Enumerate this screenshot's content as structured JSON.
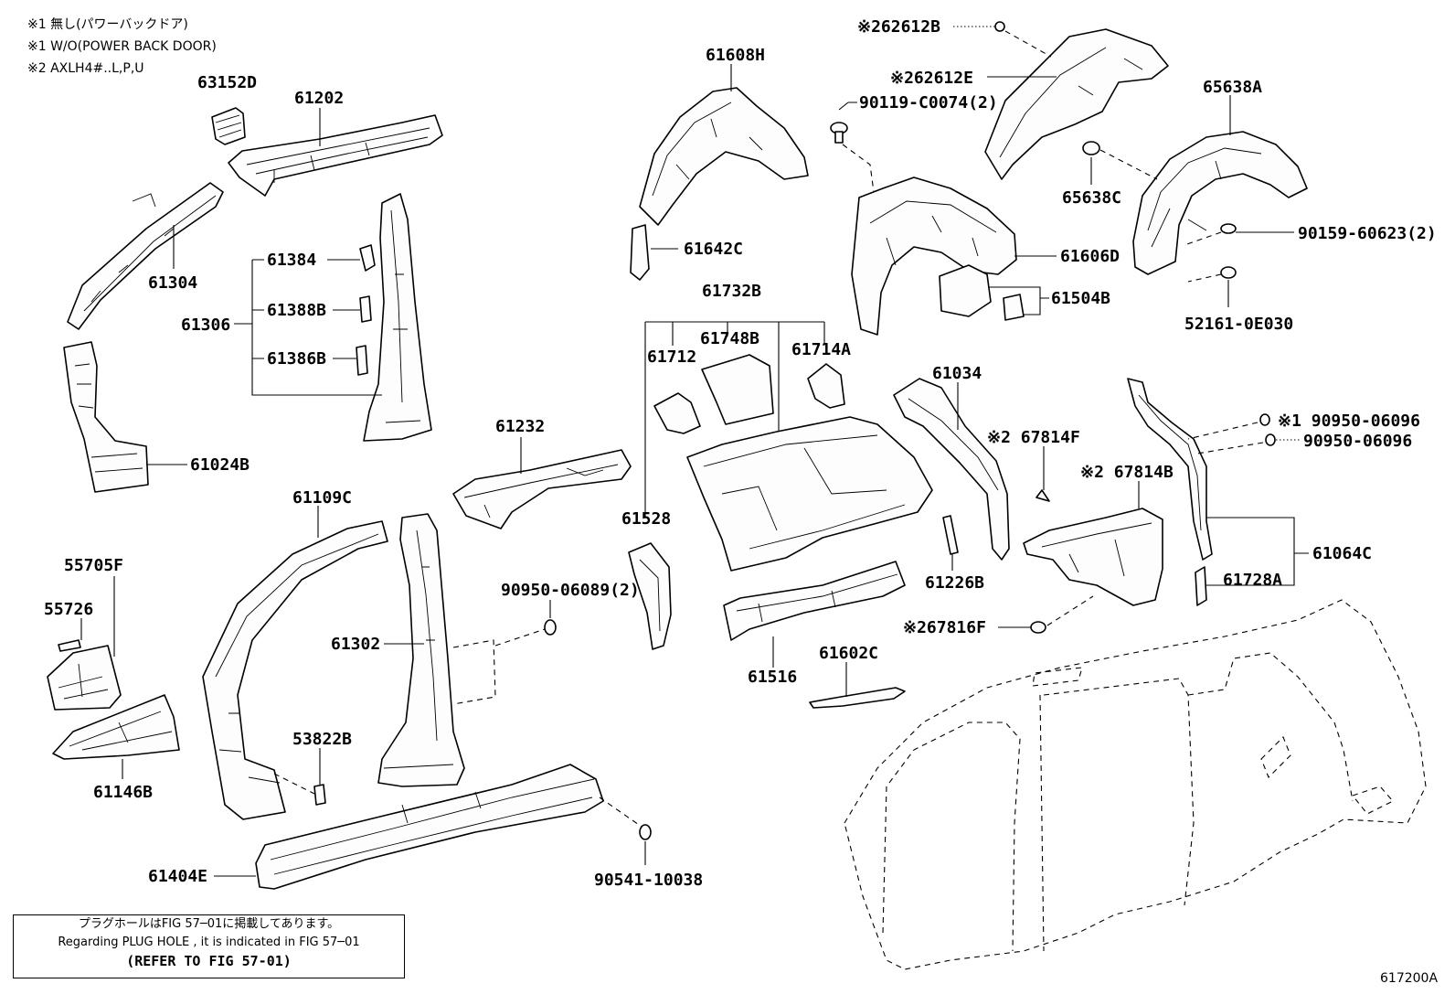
{
  "notes": [
    "※1 無し(パワーバックドア)",
    "※1 W/O(POWER BACK DOOR)",
    "※2 AXLH4#..L,P,U"
  ],
  "labels": {
    "p63152D": "63152D",
    "p61202": "61202",
    "p61304": "61304",
    "p61306": "61306",
    "p61384": "61384",
    "p61388B": "61388B",
    "p61386B": "61386B",
    "p61024B": "61024B",
    "p61109C": "61109C",
    "p55705F": "55705F",
    "p55726": "55726",
    "p61146B": "61146B",
    "p61302": "61302",
    "p53822B": "53822B",
    "p61404E": "61404E",
    "p61232": "61232",
    "p90950_06089": "90950-06089(2)",
    "p90541_10038": "90541-10038",
    "p61608H": "61608H",
    "p61642C": "61642C",
    "p61732B": "61732B",
    "p61712": "61712",
    "p61748B": "61748B",
    "p61714A": "61714A",
    "p61528": "61528",
    "p61516": "61516",
    "p61602C": "61602C",
    "p62612B": "※262612B",
    "p62612E": "※262612E",
    "p90119": "90119-C0074(2)",
    "p61606D": "61606D",
    "p61504B": "61504B",
    "p65638A": "65638A",
    "p65638C": "65638C",
    "p90159": "90159-60623(2)",
    "p52161": "52161-0E030",
    "p61034": "61034",
    "p67814F": "※2 67814F",
    "p67814B": "※2 67814B",
    "p61226B": "61226B",
    "p67816F": "※267816F",
    "p90950_a": "※1 90950-06096",
    "p90950_b": "90950-06096",
    "p61064C": "61064C",
    "p61728A": "61728A"
  },
  "notice": {
    "line_jp": "プラグホールはFIG 57─01に掲載してあります。",
    "line_en": "Regarding PLUG HOLE , it is indicated in FIG 57─01",
    "line_ref": "(REFER TO FIG 57-01)"
  },
  "figure_id": "617200A"
}
